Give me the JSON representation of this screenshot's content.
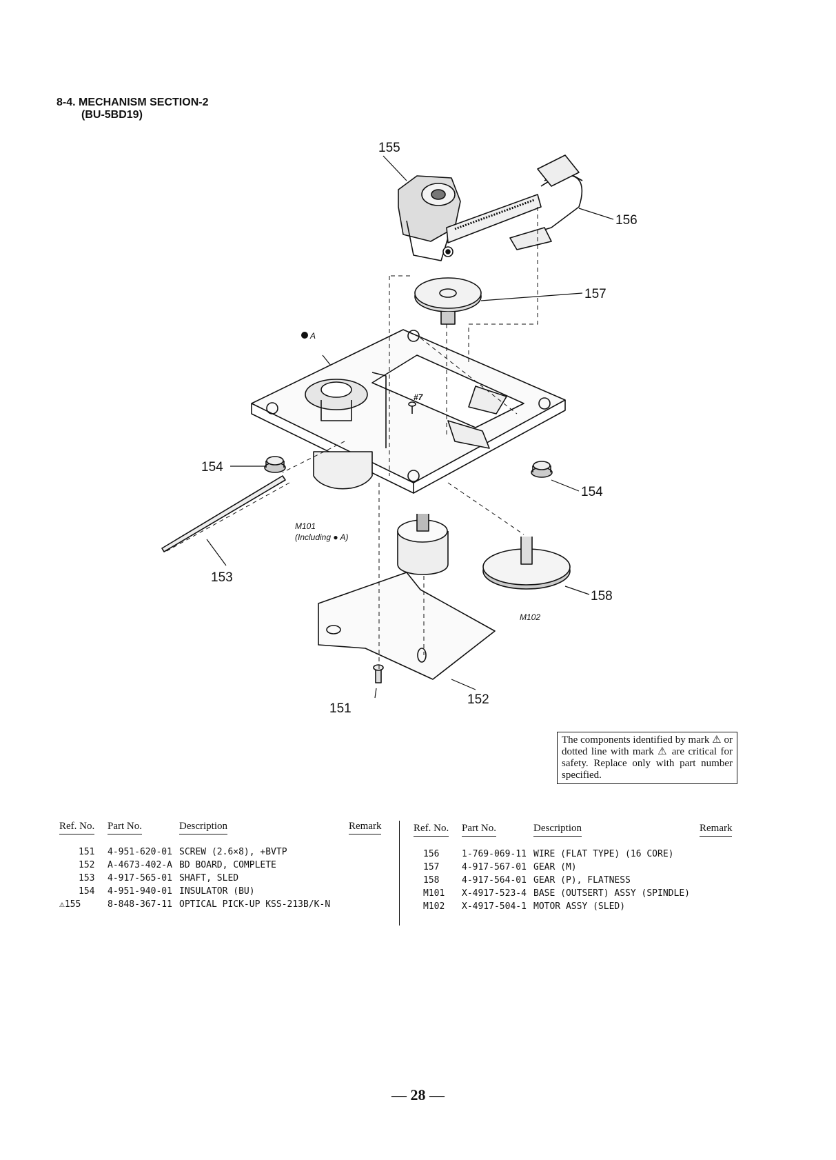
{
  "section": {
    "title_line1": "8-4. MECHANISM SECTION-2",
    "title_line2": "(BU-5BD19)"
  },
  "diagram": {
    "callouts": [
      "155",
      "156",
      "157",
      "154",
      "154",
      "153",
      "158",
      "151",
      "152"
    ],
    "label_a": "A",
    "label_screw": "#7",
    "label_m101": "M101",
    "label_m101_incl": "(Including ● A)",
    "label_m102": "M102"
  },
  "notice": {
    "text": "The components identified by mark ⚠ or dotted line with mark ⚠ are critical for safety. Replace only with part number specified."
  },
  "table_headers": {
    "ref": "Ref. No.",
    "part": "Part No.",
    "desc": "Description",
    "remark": "Remark"
  },
  "parts_left": [
    {
      "ref": "151",
      "part": "4-951-620-01",
      "desc": "SCREW (2.6×8), +BVTP"
    },
    {
      "ref": "152",
      "part": "A-4673-402-A",
      "desc": "BD BOARD, COMPLETE"
    },
    {
      "ref": "153",
      "part": "4-917-565-01",
      "desc": "SHAFT, SLED"
    },
    {
      "ref": "154",
      "part": "4-951-940-01",
      "desc": "INSULATOR (BU)"
    },
    {
      "ref": "⚠155",
      "part": "8-848-367-11",
      "desc": "OPTICAL PICK-UP KSS-213B/K-N"
    }
  ],
  "parts_right": [
    {
      "ref": "156",
      "part": "1-769-069-11",
      "desc": "WIRE (FLAT TYPE) (16 CORE)"
    },
    {
      "ref": "157",
      "part": "4-917-567-01",
      "desc": "GEAR (M)"
    },
    {
      "ref": "158",
      "part": "4-917-564-01",
      "desc": "GEAR (P), FLATNESS"
    },
    {
      "ref": "M101",
      "part": "X-4917-523-4",
      "desc": "BASE (OUTSERT) ASSY (SPINDLE)"
    },
    {
      "ref": "M102",
      "part": "X-4917-504-1",
      "desc": "MOTOR ASSY (SLED)"
    }
  ],
  "page": {
    "number": "— 28 —"
  }
}
